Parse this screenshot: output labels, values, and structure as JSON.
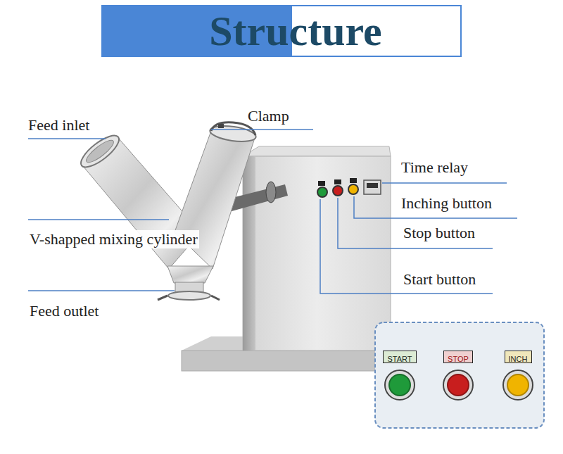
{
  "diagram": {
    "title": "Structure",
    "nodes": [
      {
        "text": [
          "START"
        ]
      },
      {
        "text": [
          "STOP"
        ]
      },
      {
        "text": [
          "INCH"
        ]
      }
    ],
    "labels": [
      "Feed inlet",
      "Clamp",
      "Time relay",
      "Inching button",
      "V-shapped mixing cylinder",
      "Stop button",
      "Start button",
      "Feed outlet"
    ]
  }
}
